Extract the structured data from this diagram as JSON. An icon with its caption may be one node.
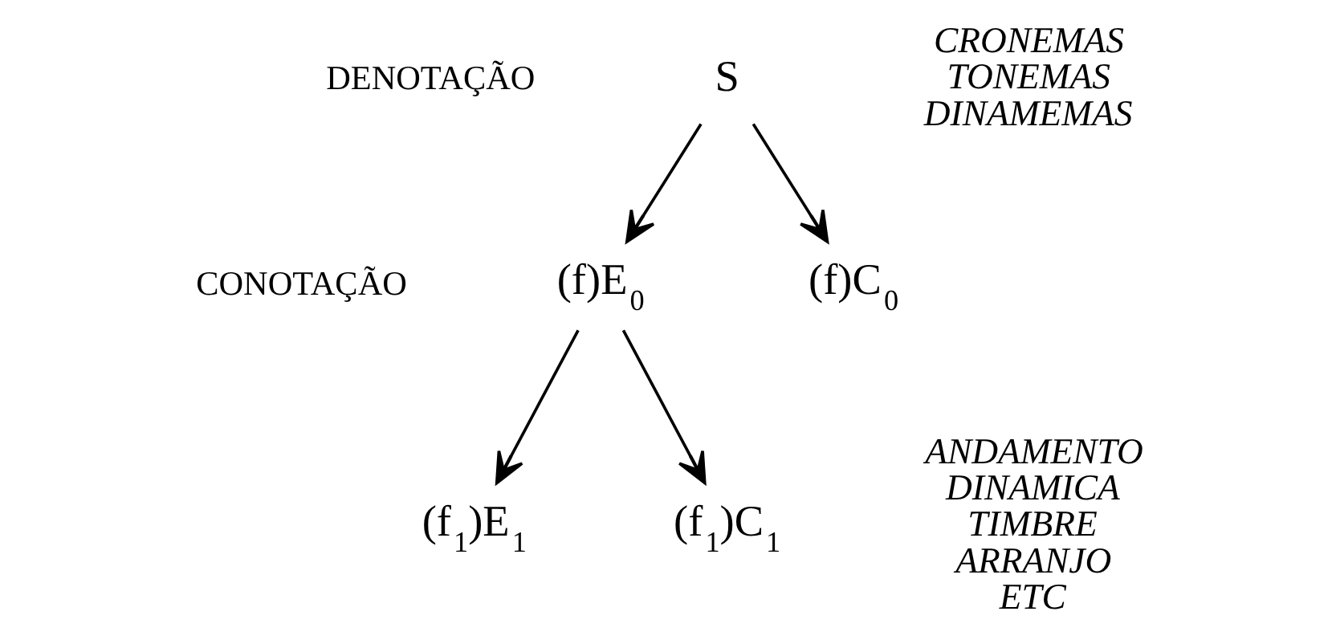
{
  "diagram": {
    "nodes": [
      {
        "text": [
          "S"
        ]
      },
      {
        "text": [
          "(f)E$_{0}$"
        ]
      },
      {
        "text": [
          "(f)C$_{0}$"
        ]
      },
      {
        "text": [
          "(f$_{1}$)E$_{1}$"
        ]
      },
      {
        "text": [
          "(f$_{1}$)C$_{1}$"
        ]
      }
    ],
    "edges": [
      {
        "from": 0,
        "to": 1,
        "arrow": "to"
      },
      {
        "from": 0,
        "to": 2,
        "arrow": "to"
      },
      {
        "from": 1,
        "to": 3,
        "arrow": "to"
      },
      {
        "from": 1,
        "to": 4,
        "arrow": "to"
      }
    ],
    "labels": [
      "DENOTAÇÃO",
      "CRONEMAS",
      "TONEMAS",
      "DINAMEMAS",
      "CONOTAÇÃO",
      "ANDAMENTO",
      "DINAMICA",
      "TIMBRE",
      "ARRANJO",
      "ETC"
    ]
  }
}
